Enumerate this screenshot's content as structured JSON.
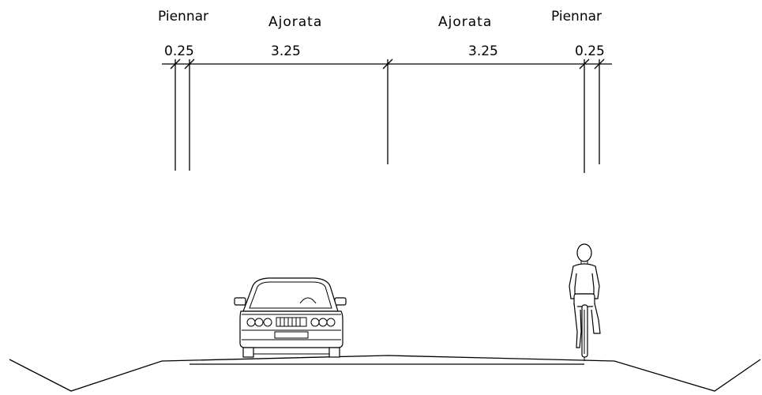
{
  "cross_section": {
    "labels": {
      "shoulder_left": "Piennar",
      "lane_left": "Ajorata",
      "lane_right": "Ajorata",
      "shoulder_right": "Piennar"
    },
    "dimensions": {
      "shoulder_left": "0.25",
      "lane_left": "3.25",
      "lane_right": "3.25",
      "shoulder_right": "0.25"
    }
  }
}
